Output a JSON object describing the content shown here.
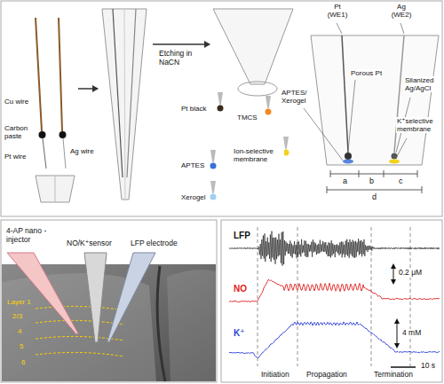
{
  "diagram": {
    "labels": [
      "Cu wire",
      "Carbon paste",
      "Pt wire",
      "Ag wire",
      "Etching in NaCN",
      "Pt black",
      "TMCS",
      "APTES",
      "Ion-selective membrane",
      "Xerogel",
      "Pt (WE1)",
      "Ag (WE2)",
      "Porous Pt",
      "Silanized Ag/AgCl",
      "APTES/ Xerogel",
      "K⁺selective membrane",
      "a",
      "b",
      "c",
      "d",
      "4-AP nano -injector",
      "NO/K⁺sensor",
      "LFP electrode",
      "Layer 1",
      "2/3",
      "4",
      "5",
      "6",
      "LFP",
      "NO",
      "0.2 μM",
      "K⁺",
      "4 mM",
      "10 s",
      "Initiation",
      "Propagation",
      "Termination"
    ]
  }
}
